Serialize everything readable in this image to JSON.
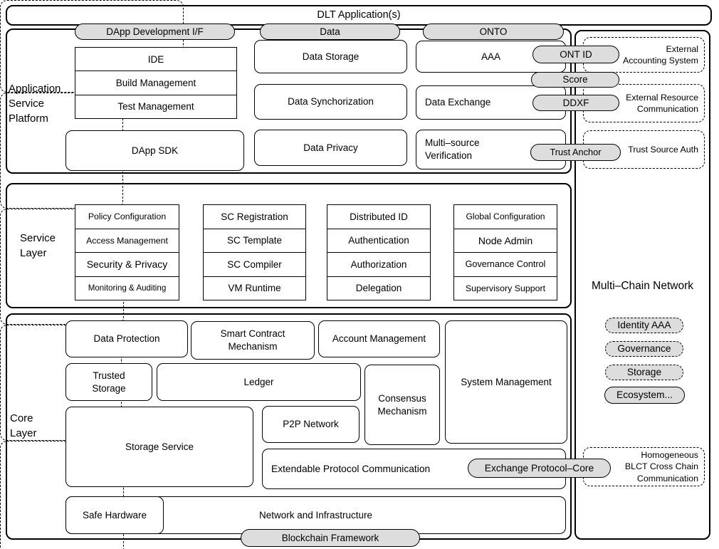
{
  "colors": {
    "pill_fill": "#dddddd",
    "line": "#000000",
    "background": "#ffffff"
  },
  "dlt": {
    "title": "DLT Application(s)"
  },
  "header_pills": {
    "dapp_dev": "DApp Development I/F",
    "data": "Data",
    "onto": "ONTO"
  },
  "asp": {
    "label": "Application Service Platform",
    "dev_tools": [
      "IDE",
      "Build Management",
      "Test Management"
    ],
    "dapp_sdk": "DApp SDK",
    "data_storage": "Data Storage",
    "data_synchorization": "Data Synchorization",
    "data_privacy": "Data Privacy",
    "aaa": "AAA",
    "data_exchange": "Data Exchange",
    "multi_source_verification": "Multi–source Verification",
    "pills": {
      "ont_id": "ONT ID",
      "score": "Score",
      "ddxf": "DDXF",
      "trust_anchor": "Trust Anchor"
    }
  },
  "service_layer": {
    "label": "Service Layer",
    "groups": [
      {
        "items": [
          "Policy Configuration",
          "Access Management",
          "Security & Privacy",
          "Monitoring & Auditing"
        ]
      },
      {
        "items": [
          "SC Registration",
          "SC Template",
          "SC Compiler",
          "VM Runtime"
        ]
      },
      {
        "items": [
          "Distributed ID",
          "Authentication",
          "Authorization",
          "Delegation"
        ]
      },
      {
        "items": [
          "Global Configuration",
          "Node Admin",
          "Governance Control",
          "Supervisory Support"
        ]
      }
    ]
  },
  "core_layer": {
    "label": "Core Layer",
    "data_protection": "Data Protection",
    "smart_contract_mechanism": "Smart Contract Mechanism",
    "account_management": "Account Management",
    "system_management": "System Management",
    "trusted_storage": "Trusted Storage",
    "ledger": "Ledger",
    "consensus_mechanism": "Consensus Mechanism",
    "storage_service": "Storage Service",
    "p2p_network": "P2P Network",
    "extendable_protocol_communication": "Extendable Protocol Communication",
    "exchange_protocol_core": "Exchange Protocol–Core",
    "safe_hardware": "Safe Hardware",
    "network_and_infrastructure": "Network and Infrastructure",
    "blockchain_framework": "Blockchain Framework"
  },
  "right_panel": {
    "external_boxes": [
      {
        "lines": [
          "External",
          "Accounting System"
        ]
      },
      {
        "lines": [
          "External Resource",
          "Communication"
        ]
      },
      {
        "lines": [
          "Trust Source Auth"
        ]
      }
    ],
    "multi_chain_network": "Multi–Chain Network",
    "pills": {
      "identity_aaa": "Identity AAA",
      "governance": "Governance",
      "storage": "Storage",
      "ecosystem": "Ecosystem..."
    },
    "cross_chain": {
      "lines": [
        "Homogeneous",
        "BLCT Cross Chain",
        "Communication"
      ]
    }
  }
}
